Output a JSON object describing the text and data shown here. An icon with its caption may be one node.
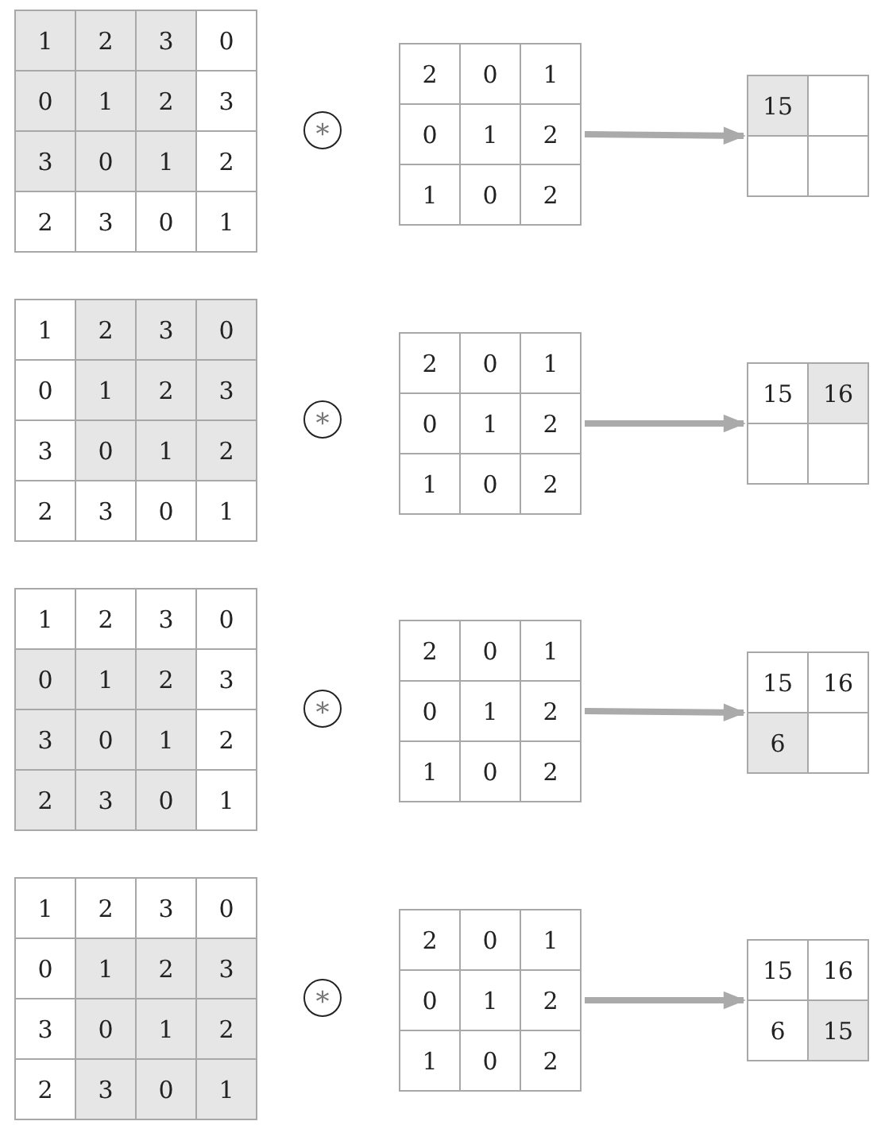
{
  "diagram": {
    "nodes": [
      {
        "text": [
          "1",
          "2",
          "3",
          "0",
          "0",
          "1",
          "2",
          "3",
          "3",
          "0",
          "1",
          "2",
          "2",
          "3",
          "0",
          "1"
        ]
      },
      {
        "text": [
          "*"
        ]
      },
      {
        "text": [
          "2",
          "0",
          "1",
          "0",
          "1",
          "2",
          "1",
          "0",
          "2"
        ]
      },
      {
        "text": [
          "15"
        ]
      },
      {
        "text": [
          "1",
          "2",
          "3",
          "0",
          "0",
          "1",
          "2",
          "3",
          "3",
          "0",
          "1",
          "2",
          "2",
          "3",
          "0",
          "1"
        ]
      },
      {
        "text": [
          "*"
        ]
      },
      {
        "text": [
          "2",
          "0",
          "1",
          "0",
          "1",
          "2",
          "1",
          "0",
          "2"
        ]
      },
      {
        "text": [
          "15",
          "16"
        ]
      },
      {
        "text": [
          "1",
          "2",
          "3",
          "0",
          "0",
          "1",
          "2",
          "3",
          "3",
          "0",
          "1",
          "2",
          "2",
          "3",
          "0",
          "1"
        ]
      },
      {
        "text": [
          "*"
        ]
      },
      {
        "text": [
          "2",
          "0",
          "1",
          "0",
          "1",
          "2",
          "1",
          "0",
          "2"
        ]
      },
      {
        "text": [
          "15",
          "16",
          "6"
        ]
      },
      {
        "text": [
          "1",
          "2",
          "3",
          "0",
          "0",
          "1",
          "2",
          "3",
          "3",
          "0",
          "1",
          "2",
          "2",
          "3",
          "0",
          "1"
        ]
      },
      {
        "text": [
          "*"
        ]
      },
      {
        "text": [
          "2",
          "0",
          "1",
          "0",
          "1",
          "2",
          "1",
          "0",
          "2"
        ]
      },
      {
        "text": [
          "15",
          "16",
          "6",
          "15"
        ]
      }
    ],
    "edges": [
      {
        "from": 2,
        "to": 3,
        "arrow": "to"
      },
      {
        "from": 6,
        "to": 7,
        "arrow": "to"
      },
      {
        "from": 10,
        "to": 11,
        "arrow": "to"
      },
      {
        "from": 14,
        "to": 15,
        "arrow": "to"
      }
    ]
  }
}
